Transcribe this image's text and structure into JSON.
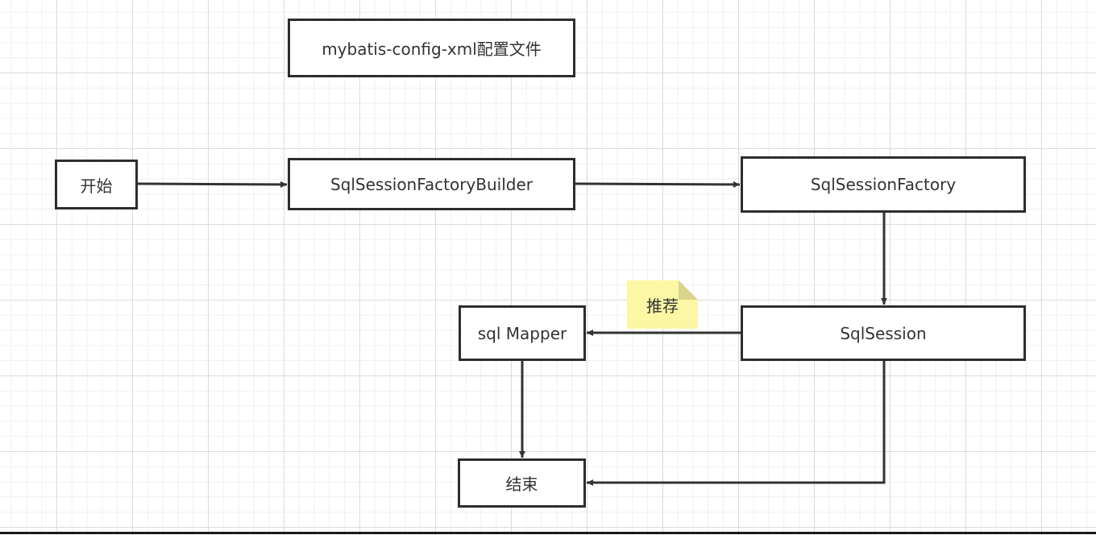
{
  "nodes": {
    "config": "mybatis-config-xml配置文件",
    "start": "开始",
    "builder": "SqlSessionFactoryBuilder",
    "factory": "SqlSessionFactory",
    "session": "SqlSession",
    "mapper": "sql Mapper",
    "end": "结束"
  },
  "note": {
    "text": "推荐",
    "color": "#fbf7a4",
    "fold_color": "#d8d48a"
  },
  "colors": {
    "stroke": "#333333",
    "grid_major": "#dcdcdc",
    "grid_minor": "#f0f0f0"
  },
  "edges": [
    {
      "from": "start",
      "to": "builder"
    },
    {
      "from": "builder",
      "to": "factory"
    },
    {
      "from": "factory",
      "to": "session"
    },
    {
      "from": "session",
      "to": "mapper"
    },
    {
      "from": "mapper",
      "to": "end"
    },
    {
      "from": "session",
      "to": "end"
    }
  ]
}
